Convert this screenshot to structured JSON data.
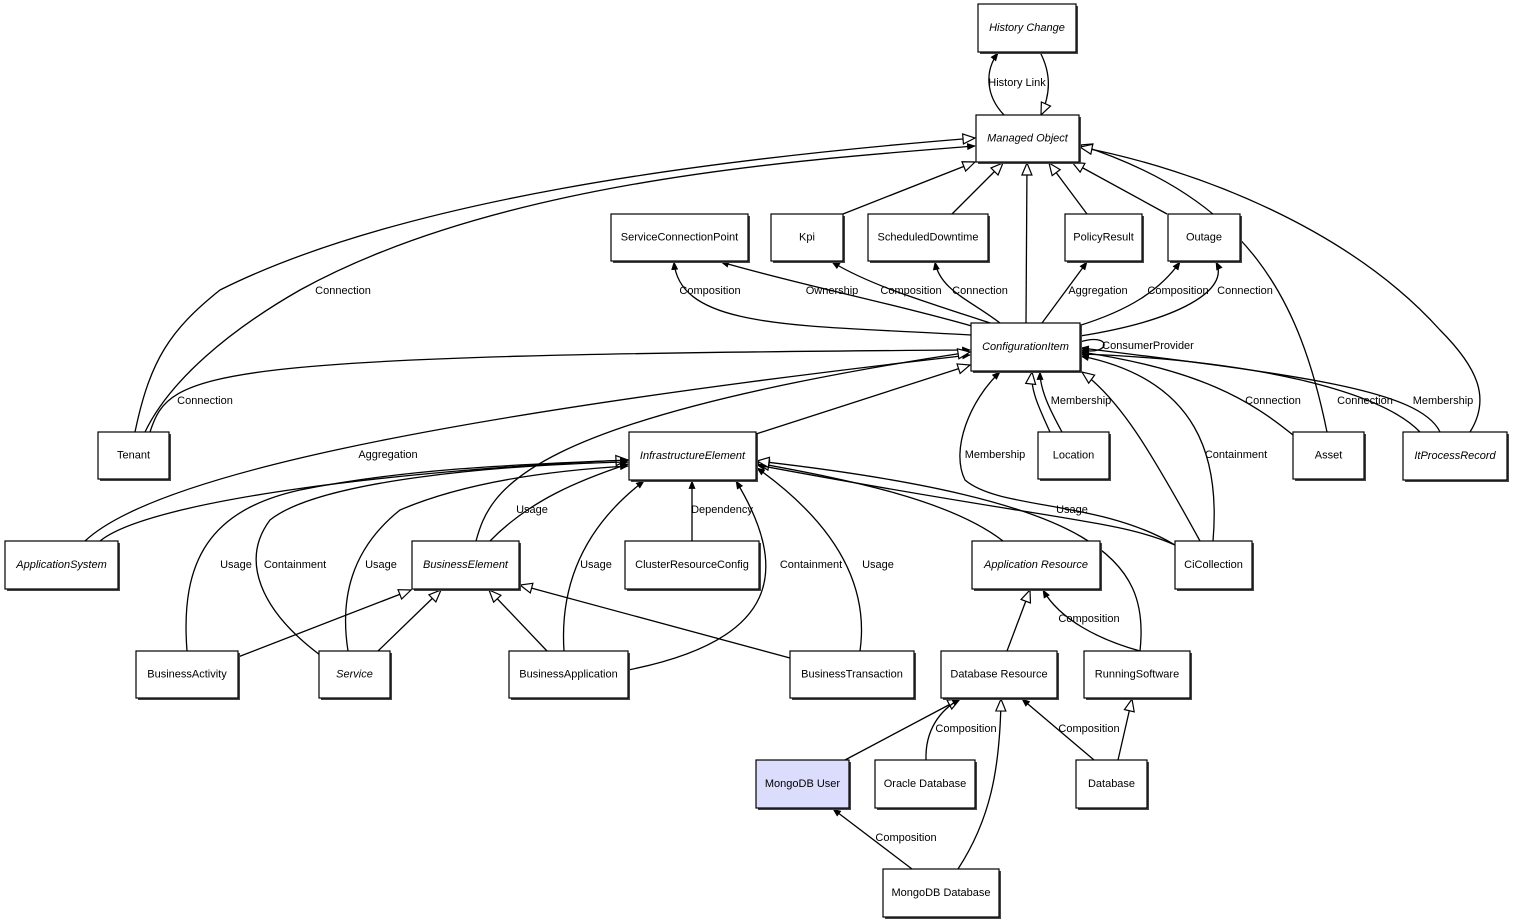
{
  "colors": {
    "highlight_fill": "#dcdcfc",
    "default_fill": "#ffffff",
    "line": "#000000"
  },
  "nodes": [
    {
      "id": "HistoryChange",
      "label": "History Change",
      "abstract": true
    },
    {
      "id": "ManagedObject",
      "label": "Managed Object",
      "abstract": true
    },
    {
      "id": "ServiceConnectionPoint",
      "label": "ServiceConnectionPoint",
      "abstract": false
    },
    {
      "id": "Kpi",
      "label": "Kpi",
      "abstract": false
    },
    {
      "id": "ScheduledDowntime",
      "label": "ScheduledDowntime",
      "abstract": false
    },
    {
      "id": "PolicyResult",
      "label": "PolicyResult",
      "abstract": false
    },
    {
      "id": "Outage",
      "label": "Outage",
      "abstract": false
    },
    {
      "id": "ConfigurationItem",
      "label": "ConfigurationItem",
      "abstract": true
    },
    {
      "id": "Tenant",
      "label": "Tenant",
      "abstract": false
    },
    {
      "id": "InfrastructureElement",
      "label": "InfrastructureElement",
      "abstract": true
    },
    {
      "id": "Location",
      "label": "Location",
      "abstract": false
    },
    {
      "id": "Asset",
      "label": "Asset",
      "abstract": false
    },
    {
      "id": "ItProcessRecord",
      "label": "ItProcessRecord",
      "abstract": true
    },
    {
      "id": "ApplicationSystem",
      "label": "ApplicationSystem",
      "abstract": true
    },
    {
      "id": "BusinessElement",
      "label": "BusinessElement",
      "abstract": true
    },
    {
      "id": "ClusterResourceConfig",
      "label": "ClusterResourceConfig",
      "abstract": false
    },
    {
      "id": "ApplicationResource",
      "label": "Application Resource",
      "abstract": true
    },
    {
      "id": "CiCollection",
      "label": "CiCollection",
      "abstract": false
    },
    {
      "id": "BusinessActivity",
      "label": "BusinessActivity",
      "abstract": false
    },
    {
      "id": "Service",
      "label": "Service",
      "abstract": true
    },
    {
      "id": "BusinessApplication",
      "label": "BusinessApplication",
      "abstract": false
    },
    {
      "id": "BusinessTransaction",
      "label": "BusinessTransaction",
      "abstract": false
    },
    {
      "id": "DatabaseResource",
      "label": "Database Resource",
      "abstract": false
    },
    {
      "id": "RunningSoftware",
      "label": "RunningSoftware",
      "abstract": false
    },
    {
      "id": "MongoDBUser",
      "label": "MongoDB User",
      "abstract": false,
      "highlighted": true
    },
    {
      "id": "OracleDatabase",
      "label": "Oracle Database",
      "abstract": false
    },
    {
      "id": "Database",
      "label": "Database",
      "abstract": false
    },
    {
      "id": "MongoDBDatabase",
      "label": "MongoDB Database",
      "abstract": false
    }
  ],
  "edges": [
    {
      "from": "ManagedObject",
      "to": "HistoryChange",
      "kind": "association",
      "label": "History Link"
    },
    {
      "from": "HistoryChange",
      "to": "ManagedObject",
      "kind": "generalization",
      "label": ""
    },
    {
      "from": "Tenant",
      "to": "ManagedObject",
      "kind": "generalization",
      "label": ""
    },
    {
      "from": "Tenant",
      "to": "ManagedObject",
      "kind": "association",
      "label": "Connection"
    },
    {
      "from": "Tenant",
      "to": "ConfigurationItem",
      "kind": "association",
      "label": "Connection"
    },
    {
      "from": "Kpi",
      "to": "ManagedObject",
      "kind": "generalization",
      "label": ""
    },
    {
      "from": "ScheduledDowntime",
      "to": "ManagedObject",
      "kind": "generalization",
      "label": ""
    },
    {
      "from": "ConfigurationItem",
      "to": "ManagedObject",
      "kind": "generalization",
      "label": ""
    },
    {
      "from": "PolicyResult",
      "to": "ManagedObject",
      "kind": "generalization",
      "label": ""
    },
    {
      "from": "Outage",
      "to": "ManagedObject",
      "kind": "generalization",
      "label": ""
    },
    {
      "from": "Asset",
      "to": "ManagedObject",
      "kind": "generalization",
      "label": ""
    },
    {
      "from": "ItProcessRecord",
      "to": "ManagedObject",
      "kind": "generalization",
      "label": ""
    },
    {
      "from": "ConfigurationItem",
      "to": "ServiceConnectionPoint",
      "kind": "association",
      "label": "Composition"
    },
    {
      "from": "ConfigurationItem",
      "to": "ServiceConnectionPoint",
      "kind": "association",
      "label": "Ownership"
    },
    {
      "from": "ConfigurationItem",
      "to": "Kpi",
      "kind": "association",
      "label": "Composition"
    },
    {
      "from": "ConfigurationItem",
      "to": "ScheduledDowntime",
      "kind": "association",
      "label": "Connection"
    },
    {
      "from": "ConfigurationItem",
      "to": "PolicyResult",
      "kind": "association",
      "label": "Aggregation"
    },
    {
      "from": "ConfigurationItem",
      "to": "Outage",
      "kind": "association",
      "label": "Composition"
    },
    {
      "from": "ConfigurationItem",
      "to": "Outage",
      "kind": "association",
      "label": "Connection"
    },
    {
      "from": "ConfigurationItem",
      "to": "ConfigurationItem",
      "kind": "association",
      "label": "ConsumerProvider"
    },
    {
      "from": "InfrastructureElement",
      "to": "ConfigurationItem",
      "kind": "generalization",
      "label": ""
    },
    {
      "from": "ApplicationSystem",
      "to": "ConfigurationItem",
      "kind": "association",
      "label": "Aggregation"
    },
    {
      "from": "ApplicationSystem",
      "to": "InfrastructureElement",
      "kind": "generalization",
      "label": ""
    },
    {
      "from": "BusinessElement",
      "to": "ConfigurationItem",
      "kind": "generalization",
      "label": ""
    },
    {
      "from": "Location",
      "to": "ConfigurationItem",
      "kind": "generalization",
      "label": ""
    },
    {
      "from": "Location",
      "to": "ConfigurationItem",
      "kind": "association",
      "label": "Membership"
    },
    {
      "from": "CiCollection",
      "to": "ConfigurationItem",
      "kind": "association",
      "label": "Membership"
    },
    {
      "from": "CiCollection",
      "to": "ConfigurationItem",
      "kind": "generalization",
      "label": ""
    },
    {
      "from": "CiCollection",
      "to": "ConfigurationItem",
      "kind": "association",
      "label": "Containment"
    },
    {
      "from": "Asset",
      "to": "ConfigurationItem",
      "kind": "association",
      "label": "Connection"
    },
    {
      "from": "ItProcessRecord",
      "to": "ConfigurationItem",
      "kind": "association",
      "label": "Connection"
    },
    {
      "from": "ItProcessRecord",
      "to": "ConfigurationItem",
      "kind": "association",
      "label": "Membership"
    },
    {
      "from": "BusinessElement",
      "to": "InfrastructureElement",
      "kind": "association",
      "label": "Usage"
    },
    {
      "from": "ClusterResourceConfig",
      "to": "InfrastructureElement",
      "kind": "association",
      "label": "Dependency"
    },
    {
      "from": "BusinessActivity",
      "to": "InfrastructureElement",
      "kind": "association",
      "label": "Usage"
    },
    {
      "from": "Service",
      "to": "InfrastructureElement",
      "kind": "association",
      "label": "Containment"
    },
    {
      "from": "Service",
      "to": "InfrastructureElement",
      "kind": "association",
      "label": "Usage"
    },
    {
      "from": "BusinessApplication",
      "to": "InfrastructureElement",
      "kind": "association",
      "label": "Usage"
    },
    {
      "from": "BusinessApplication",
      "to": "InfrastructureElement",
      "kind": "association",
      "label": "Containment"
    },
    {
      "from": "BusinessTransaction",
      "to": "InfrastructureElement",
      "kind": "association",
      "label": "Usage"
    },
    {
      "from": "ApplicationResource",
      "to": "InfrastructureElement",
      "kind": "generalization",
      "label": ""
    },
    {
      "from": "CiCollection",
      "to": "InfrastructureElement",
      "kind": "association",
      "label": "Usage"
    },
    {
      "from": "RunningSoftware",
      "to": "InfrastructureElement",
      "kind": "generalization",
      "label": ""
    },
    {
      "from": "BusinessActivity",
      "to": "BusinessElement",
      "kind": "generalization",
      "label": ""
    },
    {
      "from": "Service",
      "to": "BusinessElement",
      "kind": "generalization",
      "label": ""
    },
    {
      "from": "BusinessApplication",
      "to": "BusinessElement",
      "kind": "generalization",
      "label": ""
    },
    {
      "from": "BusinessTransaction",
      "to": "BusinessElement",
      "kind": "generalization",
      "label": ""
    },
    {
      "from": "DatabaseResource",
      "to": "ApplicationResource",
      "kind": "generalization",
      "label": ""
    },
    {
      "from": "RunningSoftware",
      "to": "ApplicationResource",
      "kind": "association",
      "label": "Composition"
    },
    {
      "from": "MongoDBUser",
      "to": "DatabaseResource",
      "kind": "generalization",
      "label": ""
    },
    {
      "from": "OracleDatabase",
      "to": "DatabaseResource",
      "kind": "association",
      "label": "Composition"
    },
    {
      "from": "MongoDBDatabase",
      "to": "DatabaseResource",
      "kind": "generalization",
      "label": ""
    },
    {
      "from": "Database",
      "to": "DatabaseResource",
      "kind": "association",
      "label": "Composition"
    },
    {
      "from": "Database",
      "to": "RunningSoftware",
      "kind": "generalization",
      "label": ""
    },
    {
      "from": "MongoDBDatabase",
      "to": "MongoDBUser",
      "kind": "association",
      "label": "Composition"
    }
  ]
}
